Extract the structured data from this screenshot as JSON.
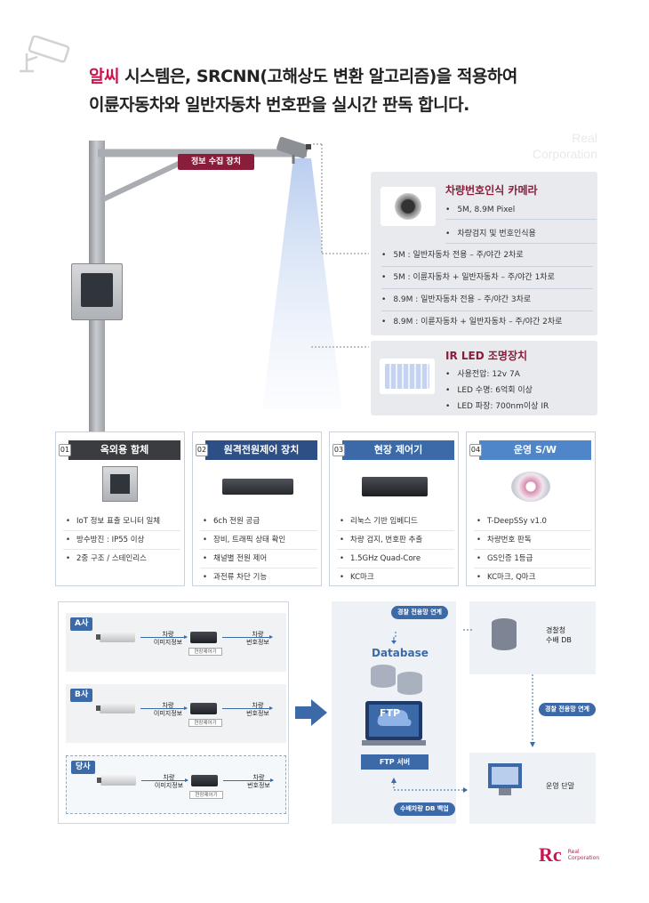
{
  "header": {
    "line1_accent": "알씨",
    "line1_rest": " 시스템은, SRCNN(고해상도 변환 알고리즘)을 적용하여",
    "line2": "이륜자동차와 일반자동차 번호판을 실시간 판독 합니다."
  },
  "watermark": {
    "line1": "Real",
    "line2": "Corporation"
  },
  "pole": {
    "tag": "정보 수집 장치"
  },
  "camera": {
    "title": "차량번호인식 카메라",
    "top_items": [
      "5M, 8.9M Pixel",
      "차량검지 및 번호인식용"
    ],
    "rows": [
      "5M : 일반자동차 전용 – 주/야간 2차로",
      "5M : 이륜자동차 + 일반자동차 – 주/야간 1차로",
      "8.9M : 일반자동차 전용 – 주/야간 3차로",
      "8.9M : 이륜자동차 + 일반자동차 – 주/야간 2차로"
    ]
  },
  "ir": {
    "title": "IR LED 조명장치",
    "items": [
      "사용전압: 12v 7A",
      "LED 수명: 6억회 이상",
      "LED 파장: 700nm이상 IR"
    ]
  },
  "cards": [
    {
      "num": "01",
      "title": "옥외용 함체",
      "color": "#3a3c40",
      "items": [
        "IoT 정보 표출 모니터 일체",
        "방수방진 : IP55 이상",
        "2중 구조 / 스테인리스"
      ]
    },
    {
      "num": "02",
      "title": "원격전원제어 장치",
      "color": "#2d4f86",
      "items": [
        "6ch 전원 공급",
        "장비, 트래픽 상태 확인",
        "채널별 전원 제어",
        "과전류 차단 기능"
      ]
    },
    {
      "num": "03",
      "title": "현장 제어기",
      "color": "#3c6aa8",
      "items": [
        "리눅스 기반 임베디드",
        "차량 검지, 번호판 추출",
        "1.5GHz Quad-Core",
        "KC마크"
      ]
    },
    {
      "num": "04",
      "title": "운영 S/W",
      "color": "#4f86c9",
      "items": [
        "T-DeepSSy v1.0",
        "차량번호 판독",
        "GS인증 1등급",
        "KC마크, Q마크"
      ]
    }
  ],
  "companies": [
    {
      "name": "A사",
      "img_label": "차량\n이미지정보",
      "ctrl": "현장제어기",
      "out_label": "차량\n번호정보"
    },
    {
      "name": "B사",
      "img_label": "차량\n이미지정보",
      "ctrl": "현장제어기",
      "out_label": "차량\n번호정보"
    },
    {
      "name": "당사",
      "img_label": "차량\n이미지정보",
      "ctrl": "현장제어기",
      "out_label": "차량\n번호정보"
    }
  ],
  "system": {
    "police_link_top": "경찰 전용망 연계",
    "database": "Database",
    "ftp_icon": "FTP",
    "ftp_server": "FTP 서버",
    "backup": "수배차량 DB 백업",
    "police_db": "경찰청\n수배 DB",
    "police_link_right": "경찰 전용망 연계",
    "terminal": "운영 단말"
  },
  "logo": {
    "mark": "Rc",
    "line1": "Real",
    "line2": "Corporation"
  },
  "colors": {
    "accent": "#c8174f",
    "brand_dark": "#8a1d3a",
    "blue": "#3c6aa8"
  }
}
